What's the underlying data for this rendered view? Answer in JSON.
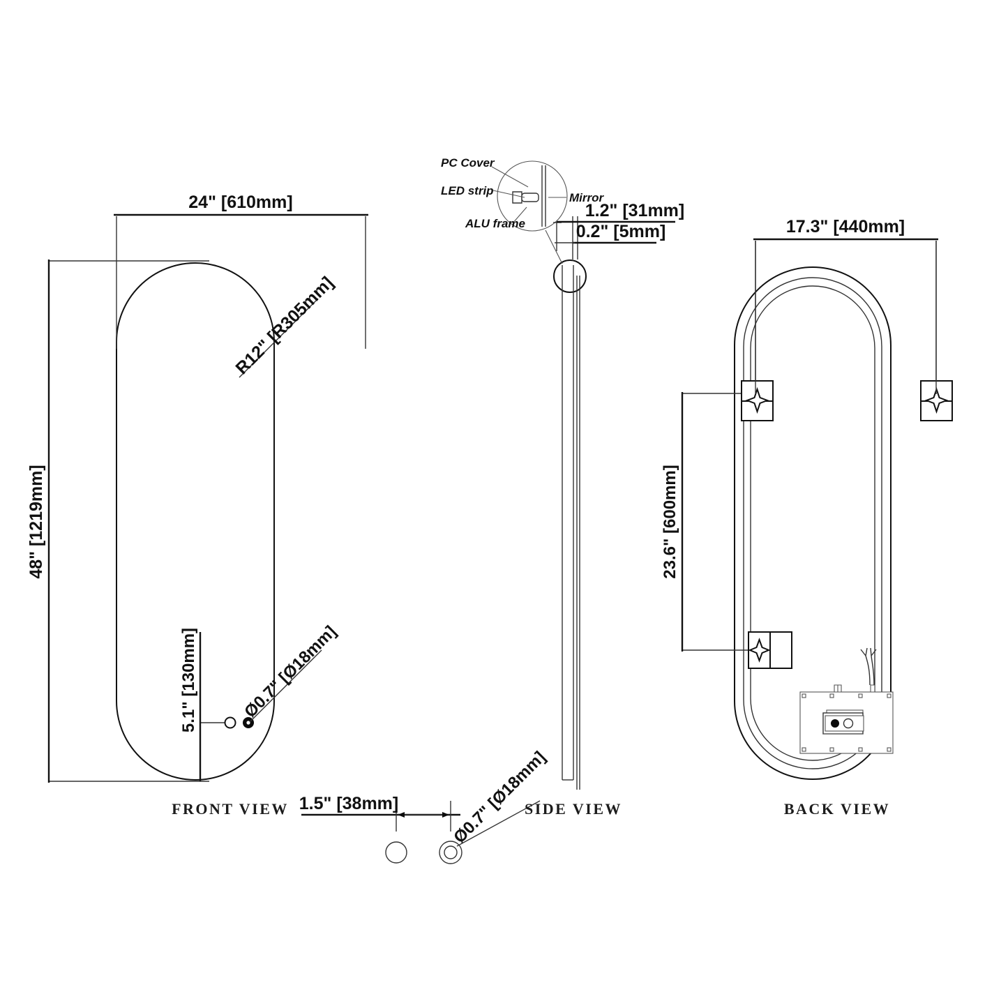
{
  "document": {
    "type": "technical-drawing",
    "subject": "Oval LED bathroom mirror dimensional drawing",
    "background_color": "#ffffff",
    "line_color": "#111111"
  },
  "views": {
    "front": {
      "label": "FRONT VIEW",
      "dimensions": {
        "width": "24\" [610mm]",
        "height": "48\" [1219mm]",
        "corner_radius": "R12\" [R305mm]",
        "sensor_height": "5.1\" [130mm]",
        "sensor_diameter": "Ø0.7\" [Ø18mm]"
      }
    },
    "side": {
      "label": "SIDE VIEW",
      "dimensions": {
        "total_depth": "1.2\" [31mm]",
        "mirror_thickness": "0.2\" [5mm]"
      },
      "callouts": [
        {
          "name": "pc-cover",
          "label": "PC Cover"
        },
        {
          "name": "led-strip",
          "label": "LED strip"
        },
        {
          "name": "alu-frame",
          "label": "ALU frame"
        },
        {
          "name": "mirror",
          "label": "Mirror"
        }
      ]
    },
    "back": {
      "label": "BACK VIEW",
      "dimensions": {
        "bracket_span": "17.3\" [440mm]",
        "bracket_vertical_spacing": "23.6\" [600mm]"
      },
      "components": [
        {
          "name": "hanging-bracket-top-left"
        },
        {
          "name": "hanging-bracket-top-right"
        },
        {
          "name": "hanging-bracket-bottom-left"
        },
        {
          "name": "driver-box"
        },
        {
          "name": "power-wire"
        }
      ]
    },
    "detail": {
      "label": "",
      "dimensions": {
        "button_spacing": "1.5\" [38mm]",
        "button_diameter": "Ø0.7\" [Ø18mm]"
      }
    }
  }
}
